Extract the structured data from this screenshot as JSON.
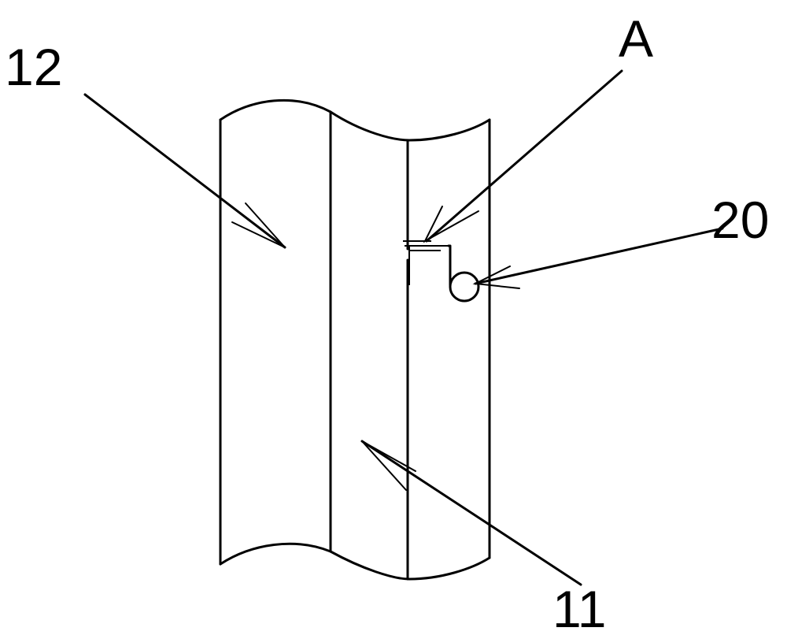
{
  "callouts": {
    "label_12": "12",
    "label_A": "A",
    "label_20": "20",
    "label_11": "11"
  },
  "colors": {
    "line": "#000000",
    "background": "#ffffff"
  }
}
